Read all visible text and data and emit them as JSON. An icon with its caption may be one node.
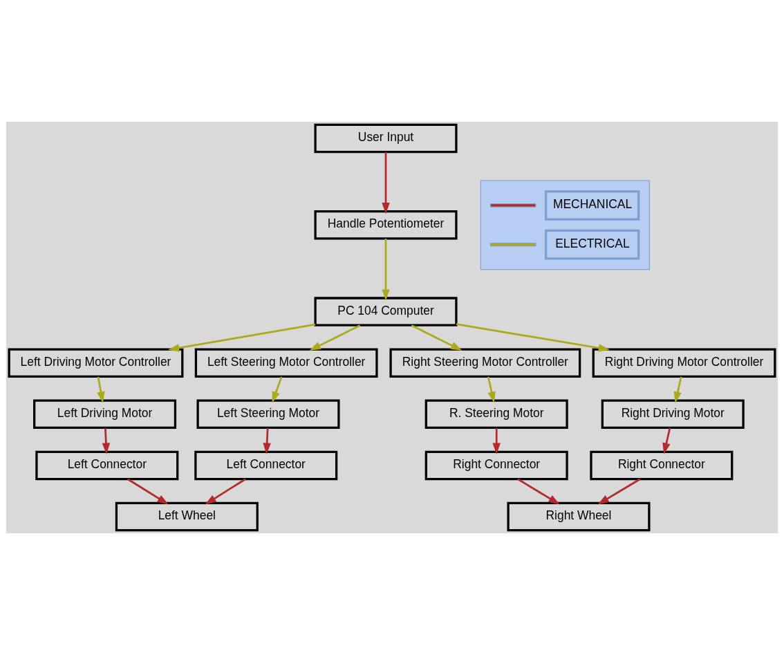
{
  "diagram": {
    "nodes": [
      {
        "text": [
          "User Input"
        ]
      },
      {
        "text": [
          "Handle Potentiometer"
        ]
      },
      {
        "text": [
          "PC 104 Computer"
        ]
      },
      {
        "text": [
          "Left Driving Motor Controller"
        ]
      },
      {
        "text": [
          "Left Steering Motor Controller"
        ]
      },
      {
        "text": [
          "Right Steering Motor Controller"
        ]
      },
      {
        "text": [
          "Right Driving Motor Controller"
        ]
      },
      {
        "text": [
          "Left Driving Motor"
        ]
      },
      {
        "text": [
          "Left Steering Motor"
        ]
      },
      {
        "text": [
          "R. Steering Motor"
        ]
      },
      {
        "text": [
          "Right Driving Motor"
        ]
      },
      {
        "text": [
          "Left Connector"
        ]
      },
      {
        "text": [
          "Left Connector"
        ]
      },
      {
        "text": [
          "Right Connector"
        ]
      },
      {
        "text": [
          "Right Connector"
        ]
      },
      {
        "text": [
          "Left Wheel"
        ]
      },
      {
        "text": [
          "Right Wheel"
        ]
      }
    ],
    "edges": [
      {
        "from": 0,
        "to": 1,
        "arrow": "to",
        "color": "#b22a2a"
      },
      {
        "from": 1,
        "to": 2,
        "arrow": "to",
        "color": "#aaaa1a"
      },
      {
        "from": 2,
        "to": 3,
        "arrow": "to",
        "color": "#aaaa1a"
      },
      {
        "from": 2,
        "to": 4,
        "arrow": "to",
        "color": "#aaaa1a"
      },
      {
        "from": 2,
        "to": 5,
        "arrow": "to",
        "color": "#aaaa1a"
      },
      {
        "from": 2,
        "to": 6,
        "arrow": "to",
        "color": "#aaaa1a"
      },
      {
        "from": 3,
        "to": 7,
        "arrow": "to",
        "color": "#aaaa1a"
      },
      {
        "from": 4,
        "to": 8,
        "arrow": "to",
        "color": "#aaaa1a"
      },
      {
        "from": 5,
        "to": 9,
        "arrow": "to",
        "color": "#aaaa1a"
      },
      {
        "from": 6,
        "to": 10,
        "arrow": "to",
        "color": "#aaaa1a"
      },
      {
        "from": 7,
        "to": 11,
        "arrow": "to",
        "color": "#b22a2a"
      },
      {
        "from": 8,
        "to": 12,
        "arrow": "to",
        "color": "#b22a2a"
      },
      {
        "from": 9,
        "to": 13,
        "arrow": "to",
        "color": "#b22a2a"
      },
      {
        "from": 10,
        "to": 14,
        "arrow": "to",
        "color": "#b22a2a"
      },
      {
        "from": 11,
        "to": 15,
        "arrow": "to",
        "color": "#b22a2a"
      },
      {
        "from": 12,
        "to": 15,
        "arrow": "to",
        "color": "#b22a2a"
      },
      {
        "from": 13,
        "to": 16,
        "arrow": "to",
        "color": "#b22a2a"
      },
      {
        "from": 14,
        "to": 16,
        "arrow": "to",
        "color": "#b22a2a"
      }
    ],
    "legend": [
      {
        "text": "MECHANICAL",
        "color": "#b22a2a"
      },
      {
        "text": "ELECTRICAL",
        "color": "#aaaa1a"
      }
    ]
  }
}
